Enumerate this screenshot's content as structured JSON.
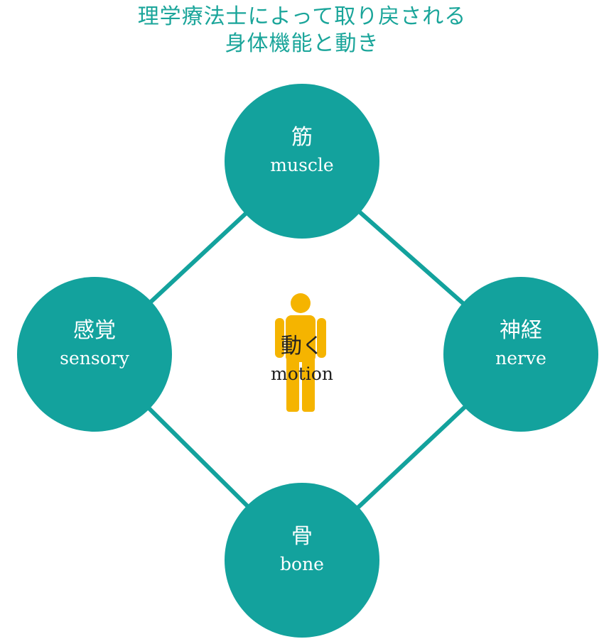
{
  "title": {
    "line1": "理学療法士によって取り戻される",
    "line2": "身体機能と動き"
  },
  "colors": {
    "teal": "#13a29d",
    "title": "#1aa59a",
    "figure": "#f5b400"
  },
  "center": {
    "icon": "person-icon",
    "label_jp": "動く",
    "label_en": "motion"
  },
  "nodes": {
    "top": {
      "jp": "筋",
      "en": "muscle"
    },
    "left": {
      "jp": "感覚",
      "en": "sensory"
    },
    "right": {
      "jp": "神経",
      "en": "nerve"
    },
    "bottom": {
      "jp": "骨",
      "en": "bone"
    }
  }
}
